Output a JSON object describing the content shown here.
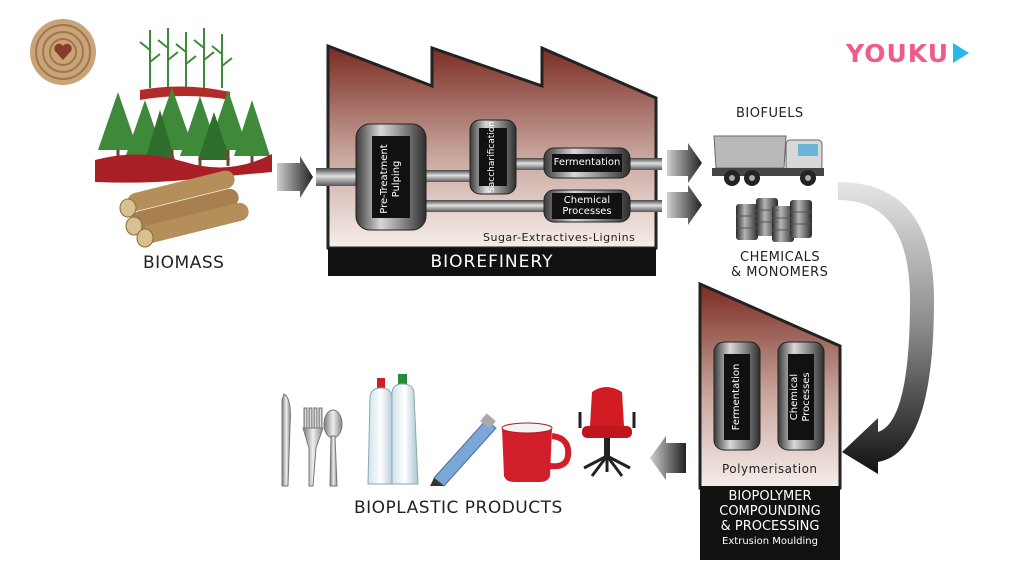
{
  "watermark": {
    "brand": "YOUKU"
  },
  "biomass": {
    "label": "BIOMASS"
  },
  "biorefinery": {
    "title": "BIOREFINERY",
    "caption": "Sugar-Extractives-Lignins",
    "pretreatment": "Pre-Treatment\nPulping",
    "saccharification": "Saccharification",
    "fermentation": "Fermentation",
    "chemical_processes": "Chemical\nProcesses"
  },
  "outputs": {
    "biofuels": "BIOFUELS",
    "chemicals_line1": "CHEMICALS",
    "chemicals_line2": "& MONOMERS"
  },
  "biopolymer": {
    "fermentation": "Fermentation",
    "chemical_processes": "Chemical\nProcesses",
    "polymerisation": "Polymerisation",
    "title_line1": "BIOPOLYMER",
    "title_line2": "COMPOUNDING",
    "title_line3": "& PROCESSING",
    "subtitle": "Extrusion Moulding"
  },
  "products": {
    "label": "BIOPLASTIC PRODUCTS"
  }
}
